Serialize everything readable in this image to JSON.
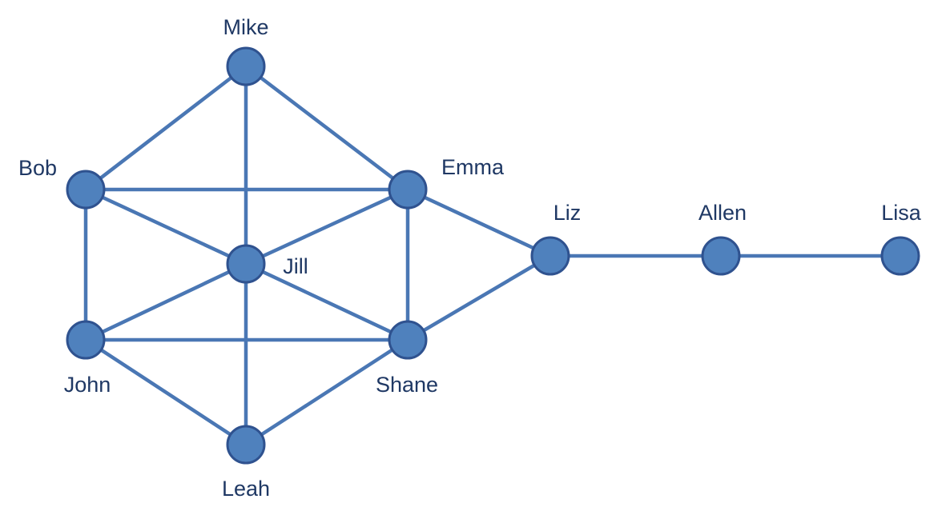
{
  "colors": {
    "node_fill": "#4f81bd",
    "node_stroke": "#2f528f",
    "edge": "#4a77b4",
    "label": "#1f3864",
    "background": "#ffffff"
  },
  "nodes": [
    {
      "id": "mike",
      "label": "Mike"
    },
    {
      "id": "bob",
      "label": "Bob"
    },
    {
      "id": "emma",
      "label": "Emma"
    },
    {
      "id": "jill",
      "label": "Jill"
    },
    {
      "id": "john",
      "label": "John"
    },
    {
      "id": "shane",
      "label": "Shane"
    },
    {
      "id": "leah",
      "label": "Leah"
    },
    {
      "id": "liz",
      "label": "Liz"
    },
    {
      "id": "allen",
      "label": "Allen"
    },
    {
      "id": "lisa",
      "label": "Lisa"
    }
  ],
  "edges": [
    {
      "from": "mike",
      "to": "bob"
    },
    {
      "from": "mike",
      "to": "emma"
    },
    {
      "from": "mike",
      "to": "jill"
    },
    {
      "from": "bob",
      "to": "emma"
    },
    {
      "from": "bob",
      "to": "jill"
    },
    {
      "from": "bob",
      "to": "john"
    },
    {
      "from": "emma",
      "to": "jill"
    },
    {
      "from": "emma",
      "to": "shane"
    },
    {
      "from": "emma",
      "to": "liz"
    },
    {
      "from": "jill",
      "to": "john"
    },
    {
      "from": "jill",
      "to": "shane"
    },
    {
      "from": "jill",
      "to": "leah"
    },
    {
      "from": "john",
      "to": "shane"
    },
    {
      "from": "john",
      "to": "leah"
    },
    {
      "from": "shane",
      "to": "leah"
    },
    {
      "from": "shane",
      "to": "liz"
    },
    {
      "from": "liz",
      "to": "allen"
    },
    {
      "from": "allen",
      "to": "lisa"
    }
  ]
}
